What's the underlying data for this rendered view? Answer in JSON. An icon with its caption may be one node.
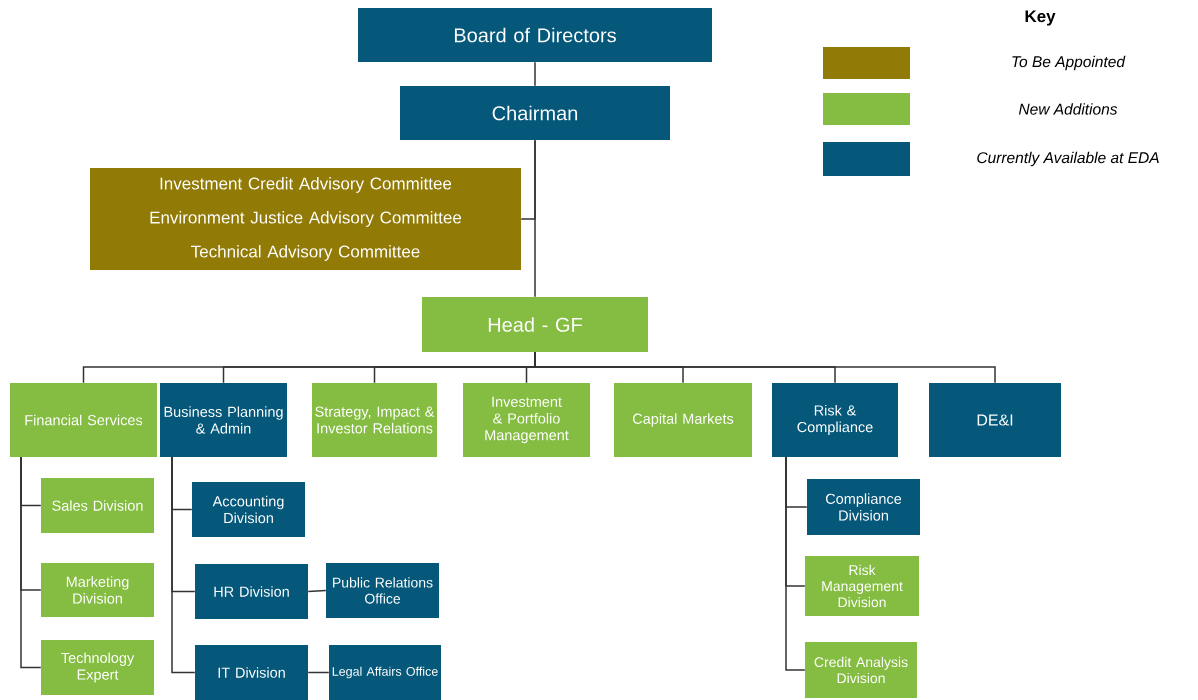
{
  "diagram": {
    "nodes": [
      {
        "text": [
          "Board of Directors"
        ]
      },
      {
        "text": [
          "Chairman"
        ]
      },
      {
        "text": [
          "Investment Credit Advisory Committee",
          "Environment Justice Advisory Committee",
          "Technical Advisory Committee"
        ]
      },
      {
        "text": [
          "Head - GF"
        ]
      },
      {
        "text": [
          "Financial Services"
        ]
      },
      {
        "text": [
          "Business Planning & Admin"
        ]
      },
      {
        "text": [
          "Strategy, Impact & Investor Relations"
        ]
      },
      {
        "text": [
          "Investment & Portfolio Management"
        ]
      },
      {
        "text": [
          "Capital Markets"
        ]
      },
      {
        "text": [
          "Risk & Compliance"
        ]
      },
      {
        "text": [
          "DE&I"
        ]
      },
      {
        "text": [
          "Sales Division"
        ]
      },
      {
        "text": [
          "Marketing Division"
        ]
      },
      {
        "text": [
          "Technology Expert"
        ]
      },
      {
        "text": [
          "Accounting Division"
        ]
      },
      {
        "text": [
          "HR Division"
        ]
      },
      {
        "text": [
          "Public Relations Office"
        ]
      },
      {
        "text": [
          "IT Division"
        ]
      },
      {
        "text": [
          "Legal Affairs Office"
        ]
      },
      {
        "text": [
          "Compliance Division"
        ]
      },
      {
        "text": [
          "Risk Management Division"
        ]
      },
      {
        "text": [
          "Credit Analysis Division"
        ]
      }
    ],
    "edges": [
      {
        "from": 0,
        "to": 1,
        "arrow": "none"
      },
      {
        "from": 1,
        "to": 2,
        "arrow": "none"
      },
      {
        "from": 1,
        "to": 3,
        "arrow": "none"
      },
      {
        "from": 3,
        "to": 4,
        "arrow": "none"
      },
      {
        "from": 3,
        "to": 5,
        "arrow": "none"
      },
      {
        "from": 3,
        "to": 6,
        "arrow": "none"
      },
      {
        "from": 3,
        "to": 7,
        "arrow": "none"
      },
      {
        "from": 3,
        "to": 8,
        "arrow": "none"
      },
      {
        "from": 3,
        "to": 9,
        "arrow": "none"
      },
      {
        "from": 3,
        "to": 10,
        "arrow": "none"
      },
      {
        "from": 4,
        "to": 11,
        "arrow": "none"
      },
      {
        "from": 4,
        "to": 12,
        "arrow": "none"
      },
      {
        "from": 4,
        "to": 13,
        "arrow": "none"
      },
      {
        "from": 5,
        "to": 14,
        "arrow": "none"
      },
      {
        "from": 5,
        "to": 15,
        "arrow": "none"
      },
      {
        "from": 5,
        "to": 17,
        "arrow": "none"
      },
      {
        "from": 15,
        "to": 16,
        "arrow": "none"
      },
      {
        "from": 17,
        "to": 18,
        "arrow": "none"
      },
      {
        "from": 9,
        "to": 19,
        "arrow": "none"
      },
      {
        "from": 9,
        "to": 20,
        "arrow": "none"
      },
      {
        "from": 9,
        "to": 21,
        "arrow": "none"
      }
    ],
    "labels": [
      "Key"
    ],
    "legend": [
      {
        "text": "To Be Appointed",
        "color": "#917a06"
      },
      {
        "text": "New Additions",
        "color": "#84bd41"
      },
      {
        "text": "Currently Available at EDA",
        "color": "#05587a"
      }
    ]
  }
}
